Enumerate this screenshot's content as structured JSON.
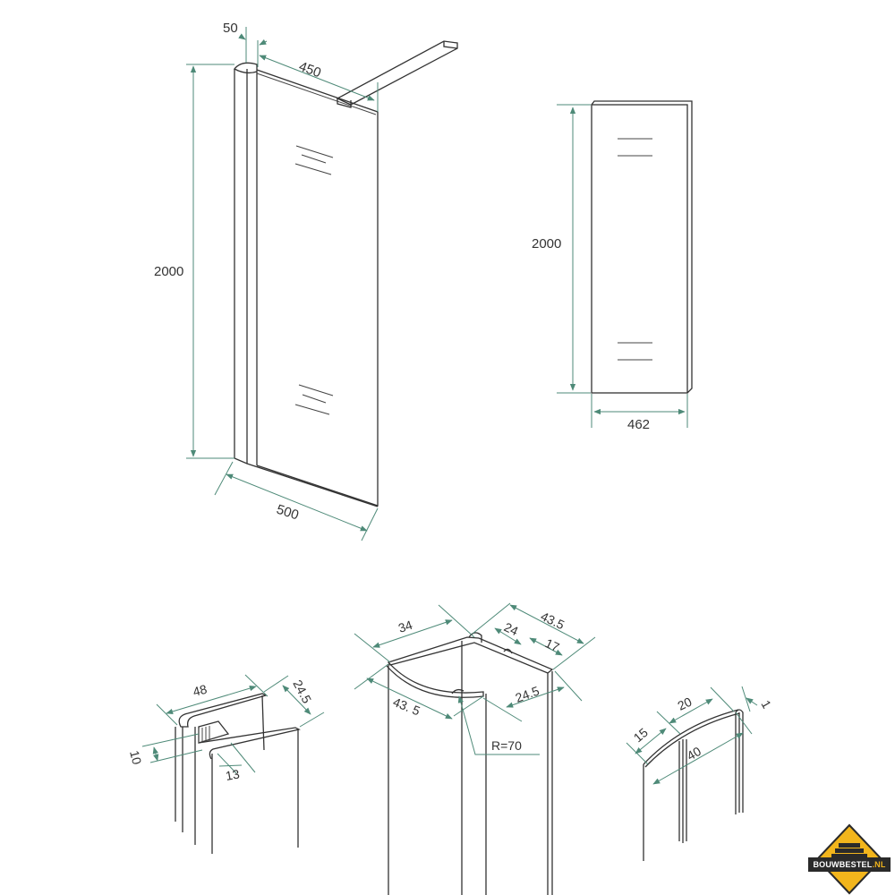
{
  "diagram": {
    "type": "technical-drawing",
    "subject": "Shower wall glass panel with profiles",
    "colors": {
      "line": "#333333",
      "dimension": "#4e8a78",
      "logo_yellow": "#f2b51c",
      "logo_dark": "#2a2a2a"
    },
    "views": {
      "panel_iso": {
        "dimensions": {
          "profile_width": "50",
          "stabilizer_length": "450",
          "height": "2000",
          "width": "500"
        }
      },
      "panel_front": {
        "dimensions": {
          "height": "2000",
          "glass_width": "462"
        }
      },
      "wall_profile": {
        "dimensions": {
          "width": "48",
          "depth": "24.5",
          "slot": "10",
          "flange": "13"
        }
      },
      "corner_profile": {
        "dimensions": {
          "top_left": "34",
          "top_right": "43.5",
          "mid_24": "24",
          "mid_17": "17",
          "side": "24.5",
          "bottom_left": "43. 5",
          "radius": "R=70"
        }
      },
      "seal_profile": {
        "dimensions": {
          "a": "15",
          "b": "20",
          "c": "1",
          "total": "40"
        }
      }
    }
  },
  "logo": {
    "text_main": "BOUWBESTEL",
    "text_suffix": ".NL"
  }
}
